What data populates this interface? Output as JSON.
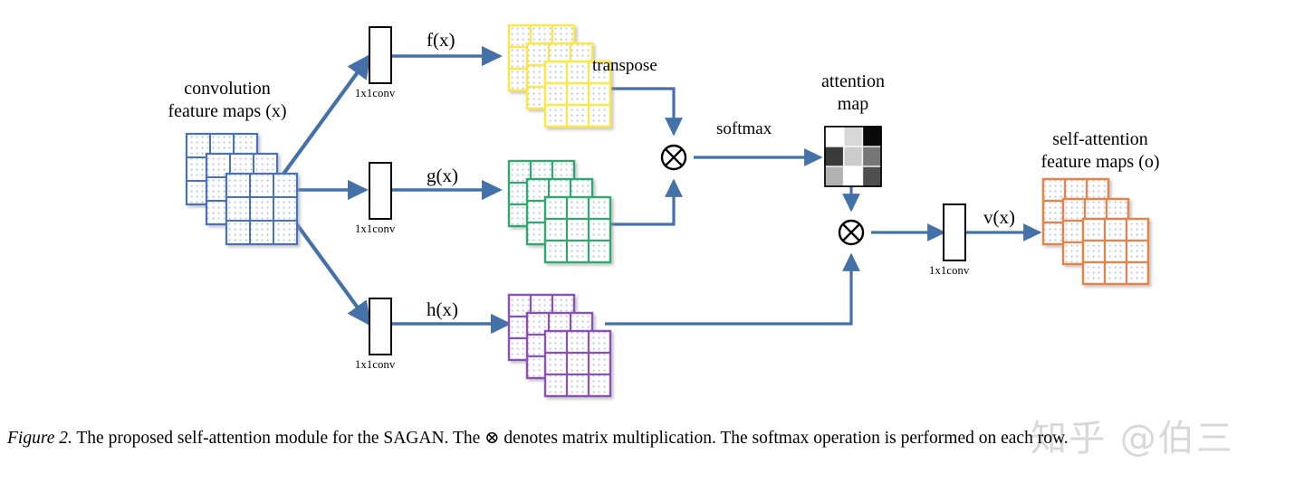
{
  "figure": {
    "labels": {
      "input_title": "convolution\nfeature maps (x)",
      "output_title": "self-attention\nfeature maps (o)",
      "attention_title": "attention\nmap",
      "conv": "1x1conv",
      "f": "f(x)",
      "g": "g(x)",
      "h": "h(x)",
      "v": "v(x)",
      "transpose": "transpose",
      "softmax": "softmax",
      "multiply_symbol": "⊗"
    },
    "colors": {
      "arrow_blue": "#4472a8",
      "input_maps": "#4472c4",
      "f_maps": "#ffe83a",
      "g_maps": "#2faa6d",
      "h_maps": "#8b4fc0",
      "output_maps": "#ed8042",
      "attention_border": "#000000",
      "watermark": "#d8d8d8"
    },
    "attention_map": {
      "rows": 3,
      "cols": 3,
      "cells": [
        [
          "#ffffff",
          "#d8d8d8",
          "#0a0a0a"
        ],
        [
          "#3a3a3a",
          "#cccccc",
          "#767676"
        ],
        [
          "#b2b2b2",
          "#ffffff",
          "#4f4f4f"
        ]
      ]
    },
    "feature_map_stacks": [
      {
        "name": "input",
        "count": 3,
        "grid": "3x3"
      },
      {
        "name": "f",
        "count": 3,
        "grid": "3x3"
      },
      {
        "name": "g",
        "count": 3,
        "grid": "3x3"
      },
      {
        "name": "h",
        "count": 3,
        "grid": "3x3"
      },
      {
        "name": "output",
        "count": 3,
        "grid": "3x3"
      }
    ]
  },
  "caption": {
    "figure_number": "Figure 2.",
    "text": " The proposed self-attention module for the SAGAN. The ⊗ denotes matrix multiplication. The softmax operation is performed on each row."
  },
  "watermark": {
    "text": "知乎 @伯三"
  }
}
